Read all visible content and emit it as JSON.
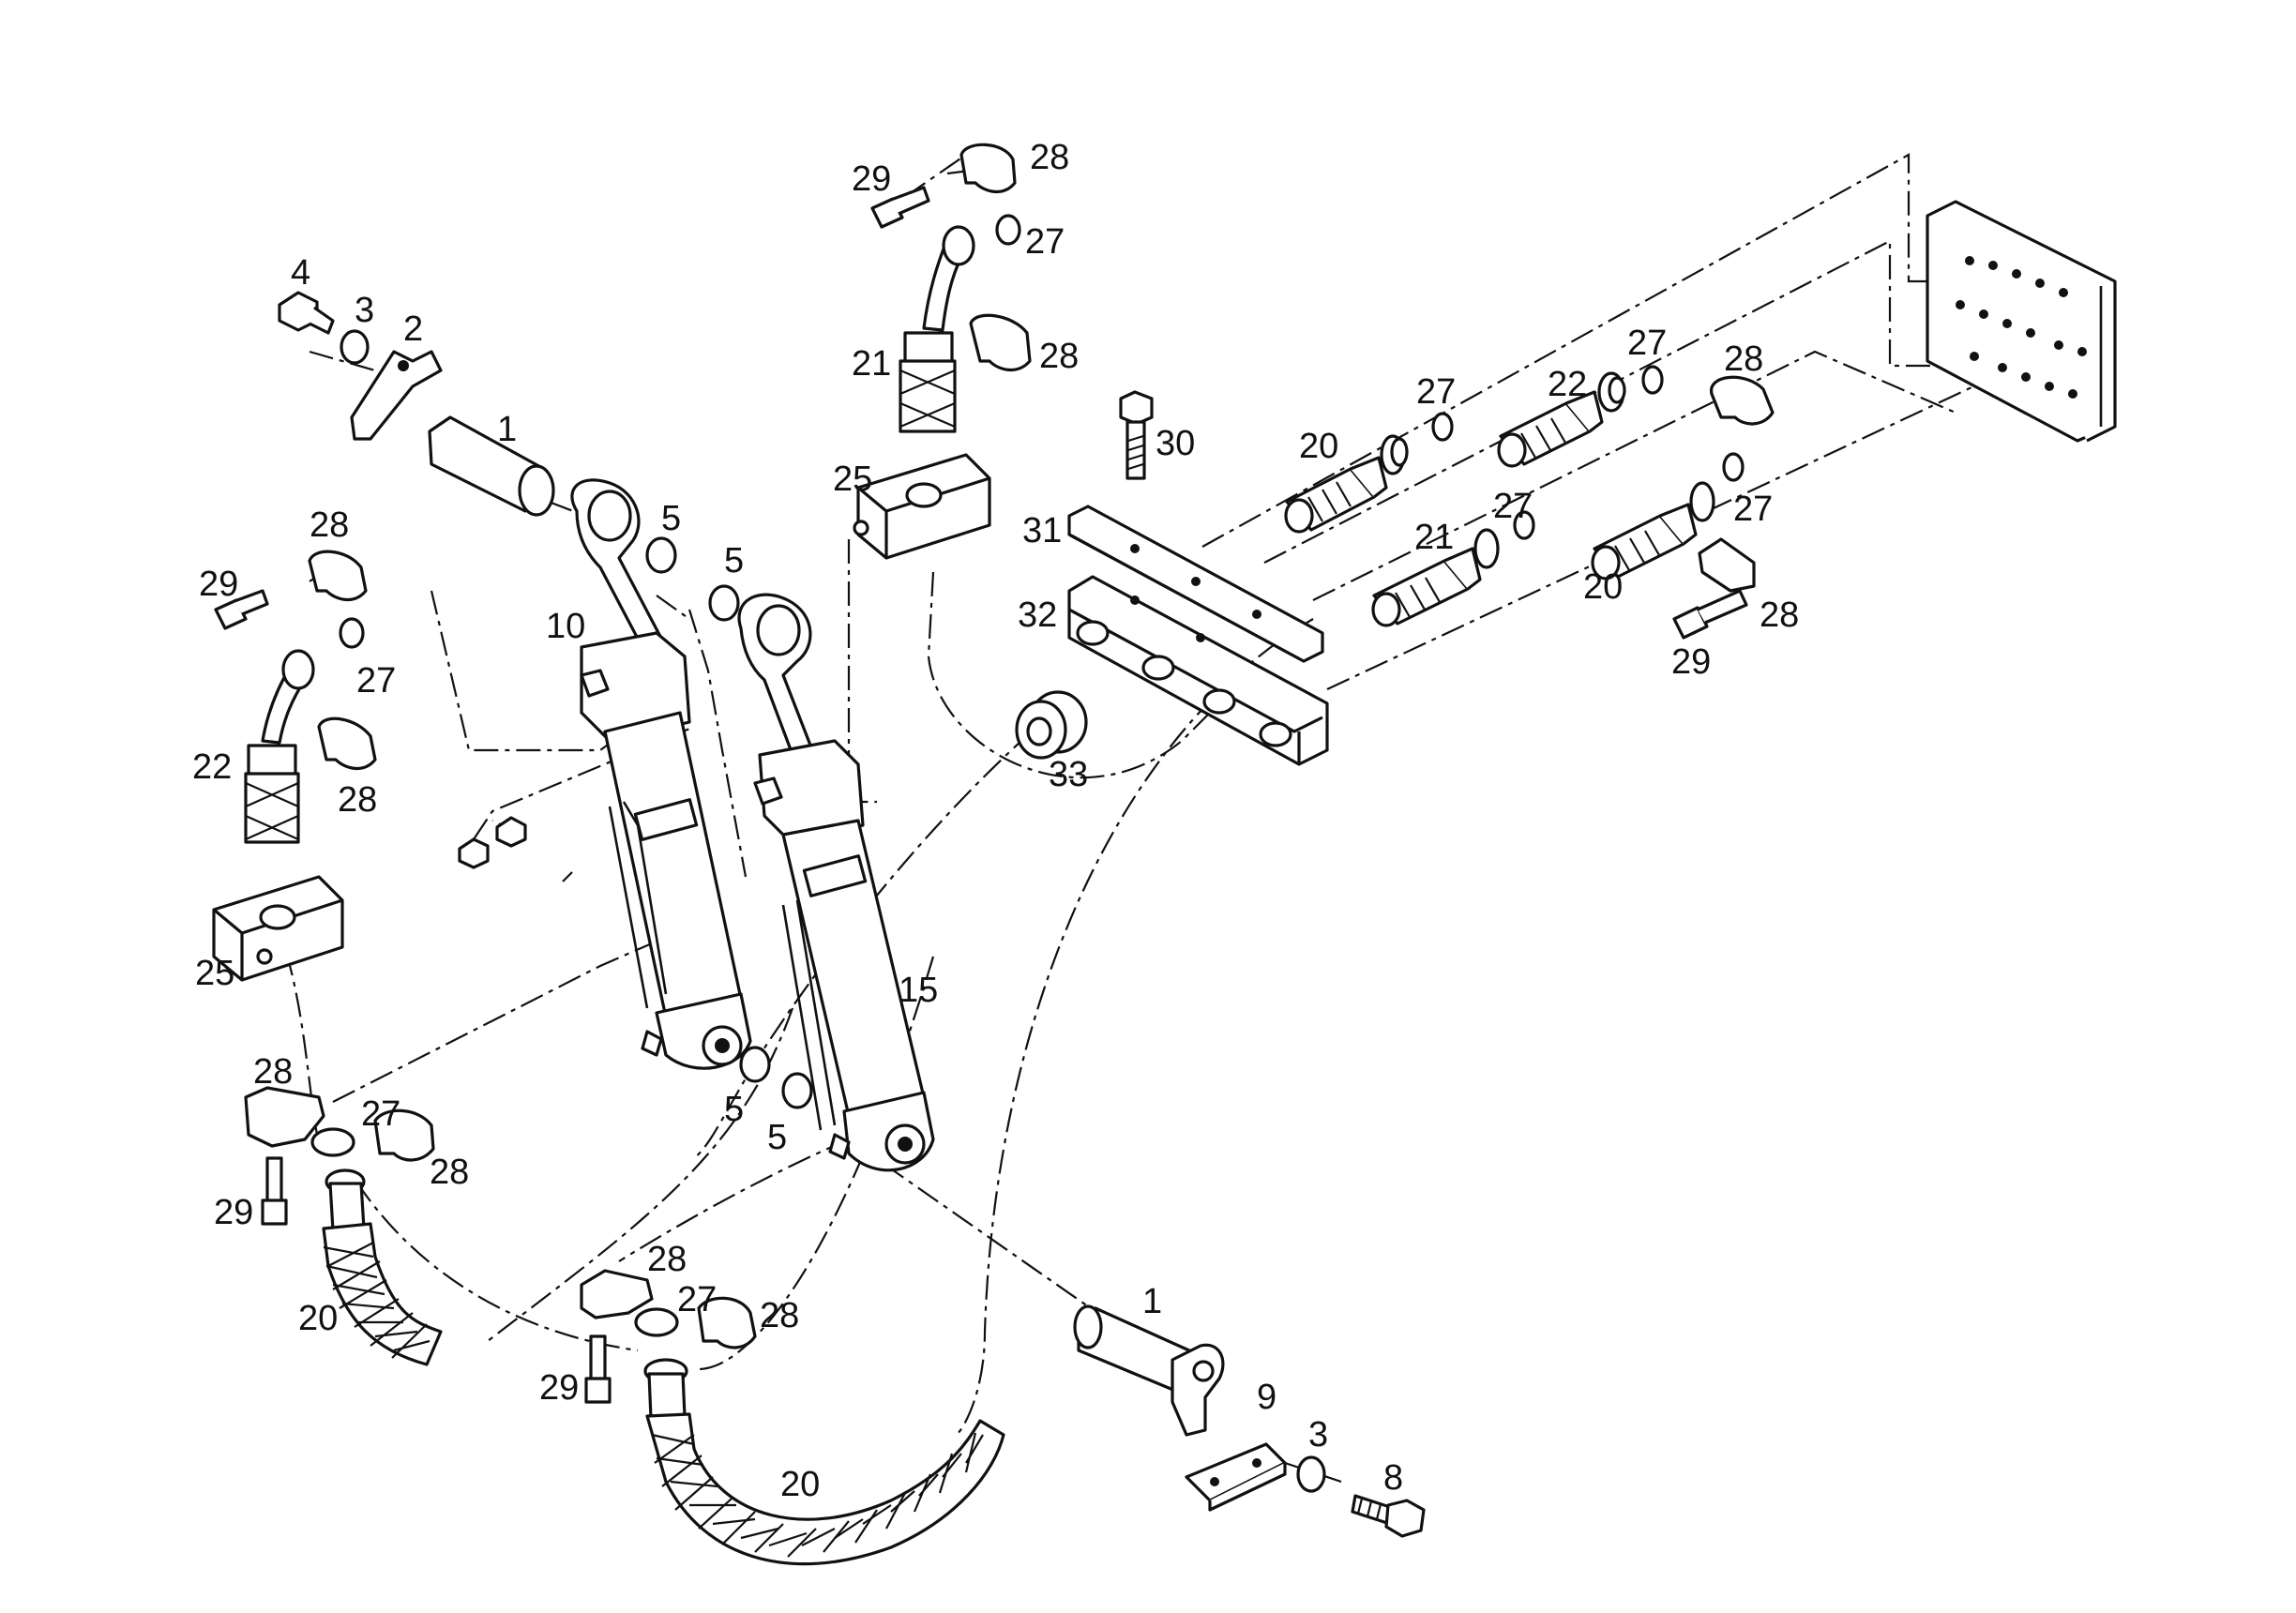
{
  "diagram": {
    "callouts": [
      {
        "id": "c1",
        "text": "29"
      },
      {
        "id": "c2",
        "text": "28"
      },
      {
        "id": "c3",
        "text": "27"
      },
      {
        "id": "c4",
        "text": "21"
      },
      {
        "id": "c5",
        "text": "28"
      },
      {
        "id": "c6",
        "text": "4"
      },
      {
        "id": "c7",
        "text": "3"
      },
      {
        "id": "c8",
        "text": "2"
      },
      {
        "id": "c9",
        "text": "1"
      },
      {
        "id": "c10",
        "text": "25"
      },
      {
        "id": "c11",
        "text": "30"
      },
      {
        "id": "c12",
        "text": "31"
      },
      {
        "id": "c13",
        "text": "5"
      },
      {
        "id": "c14",
        "text": "5"
      },
      {
        "id": "c15",
        "text": "10"
      },
      {
        "id": "c16",
        "text": "28"
      },
      {
        "id": "c17",
        "text": "29"
      },
      {
        "id": "c18",
        "text": "27"
      },
      {
        "id": "c19",
        "text": "22"
      },
      {
        "id": "c20",
        "text": "28"
      },
      {
        "id": "c21",
        "text": "25"
      },
      {
        "id": "c22",
        "text": "32"
      },
      {
        "id": "c23",
        "text": "33"
      },
      {
        "id": "c24",
        "text": "20"
      },
      {
        "id": "c25",
        "text": "27"
      },
      {
        "id": "c26",
        "text": "22"
      },
      {
        "id": "c27",
        "text": "27"
      },
      {
        "id": "c28",
        "text": "28"
      },
      {
        "id": "c29",
        "text": "21"
      },
      {
        "id": "c30",
        "text": "27"
      },
      {
        "id": "c31",
        "text": "27"
      },
      {
        "id": "c32",
        "text": "20"
      },
      {
        "id": "c33",
        "text": "29"
      },
      {
        "id": "c34",
        "text": "28"
      },
      {
        "id": "c35",
        "text": "15"
      },
      {
        "id": "c36",
        "text": "28"
      },
      {
        "id": "c37",
        "text": "27"
      },
      {
        "id": "c38",
        "text": "29"
      },
      {
        "id": "c39",
        "text": "28"
      },
      {
        "id": "c40",
        "text": "5"
      },
      {
        "id": "c41",
        "text": "5"
      },
      {
        "id": "c42",
        "text": "20"
      },
      {
        "id": "c43",
        "text": "28"
      },
      {
        "id": "c44",
        "text": "27"
      },
      {
        "id": "c45",
        "text": "28"
      },
      {
        "id": "c46",
        "text": "29"
      },
      {
        "id": "c47",
        "text": "20"
      },
      {
        "id": "c48",
        "text": "1"
      },
      {
        "id": "c49",
        "text": "9"
      },
      {
        "id": "c50",
        "text": "3"
      },
      {
        "id": "c51",
        "text": "8"
      }
    ]
  }
}
